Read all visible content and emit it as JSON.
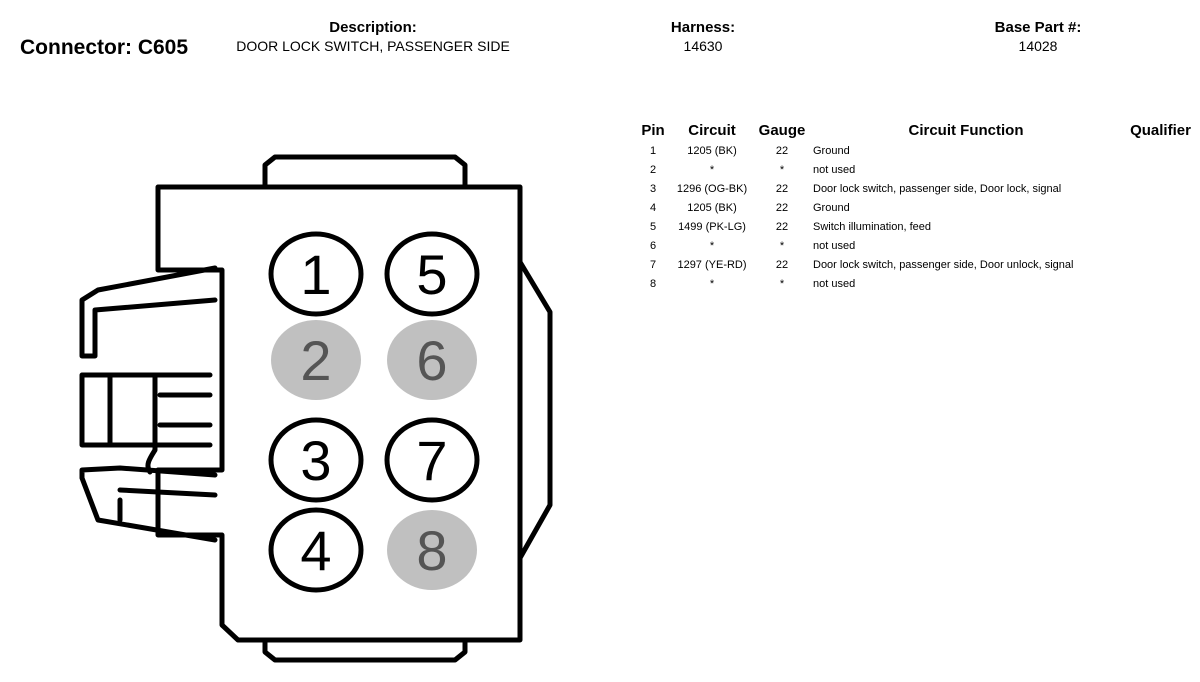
{
  "header": {
    "connector": "Connector: C605",
    "description_label": "Description:",
    "description_value": "DOOR LOCK SWITCH, PASSENGER SIDE",
    "harness_label": "Harness:",
    "harness_value": "14630",
    "base_part_label": "Base Part #:",
    "base_part_value": "14028"
  },
  "diagram": {
    "cavities": [
      {
        "label": "1",
        "used": true
      },
      {
        "label": "5",
        "used": true
      },
      {
        "label": "2",
        "used": false
      },
      {
        "label": "6",
        "used": false
      },
      {
        "label": "3",
        "used": true
      },
      {
        "label": "7",
        "used": true
      },
      {
        "label": "4",
        "used": true
      },
      {
        "label": "8",
        "used": false
      }
    ],
    "unused_fill": "#c0c0c0",
    "unused_text": "#555555"
  },
  "table": {
    "headers": [
      "Pin",
      "Circuit",
      "Gauge",
      "Circuit Function",
      "Qualifier"
    ],
    "rows": [
      {
        "pin": "1",
        "circuit": "1205 (BK)",
        "gauge": "22",
        "function": "Ground",
        "qualifier": ""
      },
      {
        "pin": "2",
        "circuit": "*",
        "gauge": "*",
        "function": "not used",
        "qualifier": ""
      },
      {
        "pin": "3",
        "circuit": "1296 (OG-BK)",
        "gauge": "22",
        "function": "Door lock switch, passenger side, Door lock, signal",
        "qualifier": ""
      },
      {
        "pin": "4",
        "circuit": "1205 (BK)",
        "gauge": "22",
        "function": "Ground",
        "qualifier": ""
      },
      {
        "pin": "5",
        "circuit": "1499 (PK-LG)",
        "gauge": "22",
        "function": "Switch illumination, feed",
        "qualifier": ""
      },
      {
        "pin": "6",
        "circuit": "*",
        "gauge": "*",
        "function": "not used",
        "qualifier": ""
      },
      {
        "pin": "7",
        "circuit": "1297 (YE-RD)",
        "gauge": "22",
        "function": "Door lock switch, passenger side, Door unlock, signal",
        "qualifier": ""
      },
      {
        "pin": "8",
        "circuit": "*",
        "gauge": "*",
        "function": "not used",
        "qualifier": ""
      }
    ]
  }
}
